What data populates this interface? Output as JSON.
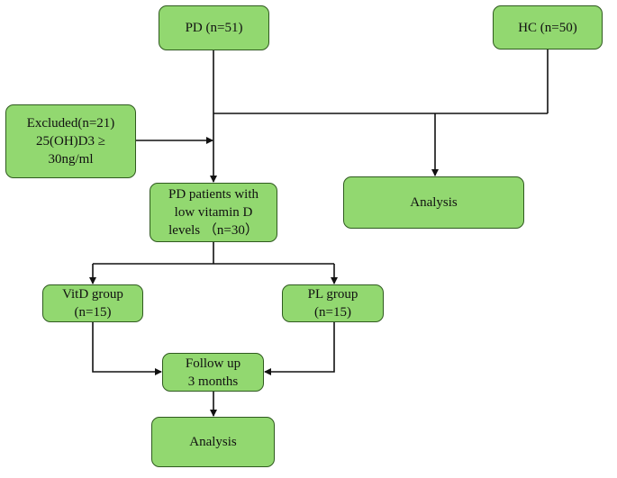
{
  "colors": {
    "box_fill": "#92d870",
    "box_border": "#2f5a1f",
    "line": "#111111"
  },
  "nodes": {
    "pd": {
      "lines": [
        "PD (n=51)"
      ]
    },
    "hc": {
      "lines": [
        "HC (n=50)"
      ]
    },
    "excluded": {
      "lines": [
        "Excluded(n=21)",
        "25(OH)D3 ≥",
        "30ng/ml"
      ]
    },
    "pd_low_vitd": {
      "lines": [
        "PD patients  with",
        "low vitamin  D",
        "levels （n=30）"
      ]
    },
    "analysis_hc": {
      "lines": [
        "Analysis"
      ]
    },
    "vitd_group": {
      "lines": [
        "VitD group",
        "(n=15)"
      ]
    },
    "pl_group": {
      "lines": [
        "PL group",
        "(n=15)"
      ]
    },
    "follow_up": {
      "lines": [
        "Follow up",
        "3 months"
      ]
    },
    "analysis_final": {
      "lines": [
        "Analysis"
      ]
    }
  }
}
